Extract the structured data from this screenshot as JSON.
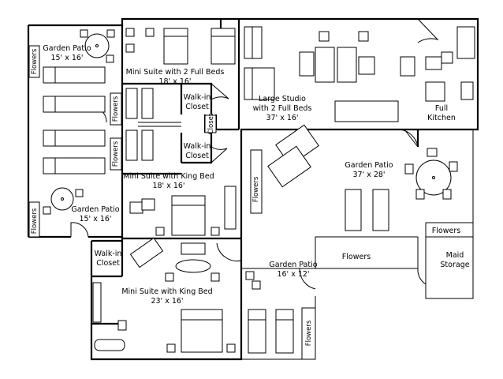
{
  "rooms": {
    "garden_patio_nw": {
      "name": "Garden Patio",
      "size": "15' x 16'"
    },
    "mini_suite_2beds": {
      "name": "Mini Suite with 2 Full Beds",
      "size": "18' x 16'"
    },
    "walkin_closet_1": {
      "name": "Walk-in",
      "name2": "Closet"
    },
    "walkin_closet_2": {
      "name": "Walk-in",
      "name2": "Closet"
    },
    "closet_small": {
      "name": "Closet"
    },
    "large_studio": {
      "name": "Large Studio",
      "name2": "with 2 Full Beds",
      "size": "37' x 16'"
    },
    "full_kitchen": {
      "name": "Full",
      "name2": "Kitchen"
    },
    "mini_suite_king_1": {
      "name": "Mini Suite with King Bed",
      "size": "18' x 16'"
    },
    "garden_patio_center": {
      "name": "Garden Patio",
      "size": "37' x 28'"
    },
    "garden_patio_sw": {
      "name": "Garden Patio",
      "size": "15' x 16'"
    },
    "walkin_closet_3": {
      "name": "Walk-in",
      "name2": "Closet"
    },
    "mini_suite_king_2": {
      "name": "Mini Suite with King Bed",
      "size": "23' x 16'"
    },
    "garden_patio_small": {
      "name": "Garden Patio",
      "size": "16' x 12'"
    },
    "maid_storage": {
      "name": "Maid",
      "name2": "Storage"
    }
  },
  "flowers": {
    "label": "Flowers"
  }
}
